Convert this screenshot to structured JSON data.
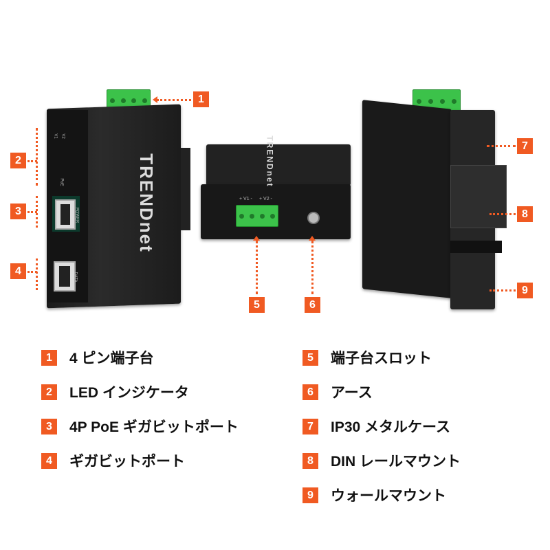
{
  "colors": {
    "accent": "#f05a22",
    "terminal": "#3cc24a"
  },
  "device": {
    "brand_logo": "TRENDnet",
    "led_labels": [
      "V1",
      "V2",
      "PoE"
    ],
    "port_labels": {
      "power": "POWER",
      "data": "DATA"
    },
    "terminal_labels": {
      "v1": "+ V1 -",
      "v2": "+ V2 -"
    }
  },
  "callouts": [
    "1",
    "2",
    "3",
    "4",
    "5",
    "6",
    "7",
    "8",
    "9"
  ],
  "legend": [
    {
      "num": "1",
      "label": "4 ピン端子台"
    },
    {
      "num": "2",
      "label": "LED インジケータ"
    },
    {
      "num": "3",
      "label": "4P PoE ギガビットポート"
    },
    {
      "num": "4",
      "label": "ギガビットポート"
    },
    {
      "num": "5",
      "label": "端子台スロット"
    },
    {
      "num": "6",
      "label": "アース"
    },
    {
      "num": "7",
      "label": "IP30 メタルケース"
    },
    {
      "num": "8",
      "label": "DIN レールマウント"
    },
    {
      "num": "9",
      "label": "ウォールマウント"
    }
  ]
}
